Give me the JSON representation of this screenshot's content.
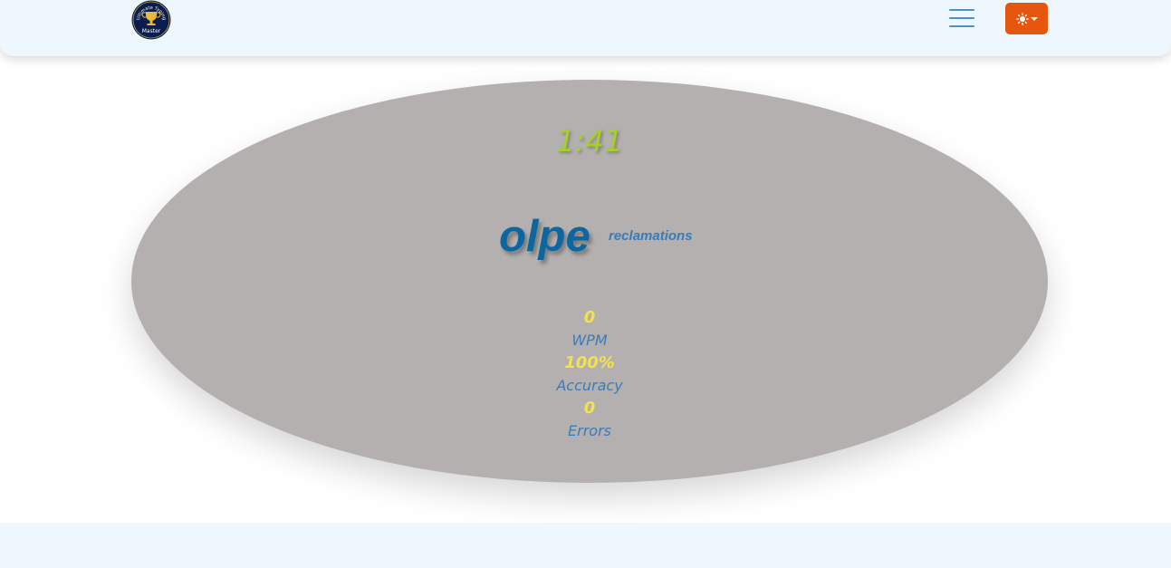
{
  "navbar": {
    "logo": {
      "text_top": "Ultimate Typing",
      "text_bottom": "Master",
      "icon": "trophy-icon"
    },
    "menu_icon": "hamburger-menu-icon",
    "theme_button": {
      "icon": "sun-icon",
      "caret": "caret-down-icon",
      "color": "#e6560f"
    }
  },
  "game": {
    "timer": "1:41",
    "current_word": "olpe",
    "next_word": "reclamations",
    "stats": [
      {
        "value": "0",
        "label": "WPM"
      },
      {
        "value": "100%",
        "label": "Accuracy"
      },
      {
        "value": "0",
        "label": "Errors"
      }
    ]
  },
  "colors": {
    "navbar_bg": "#eff7fe",
    "ellipse_bg": "#b4b0b0",
    "timer": "#a6cf27",
    "word": "#0c67a0",
    "stat_value": "#f2e34a",
    "stat_label": "#3c7cb8"
  }
}
